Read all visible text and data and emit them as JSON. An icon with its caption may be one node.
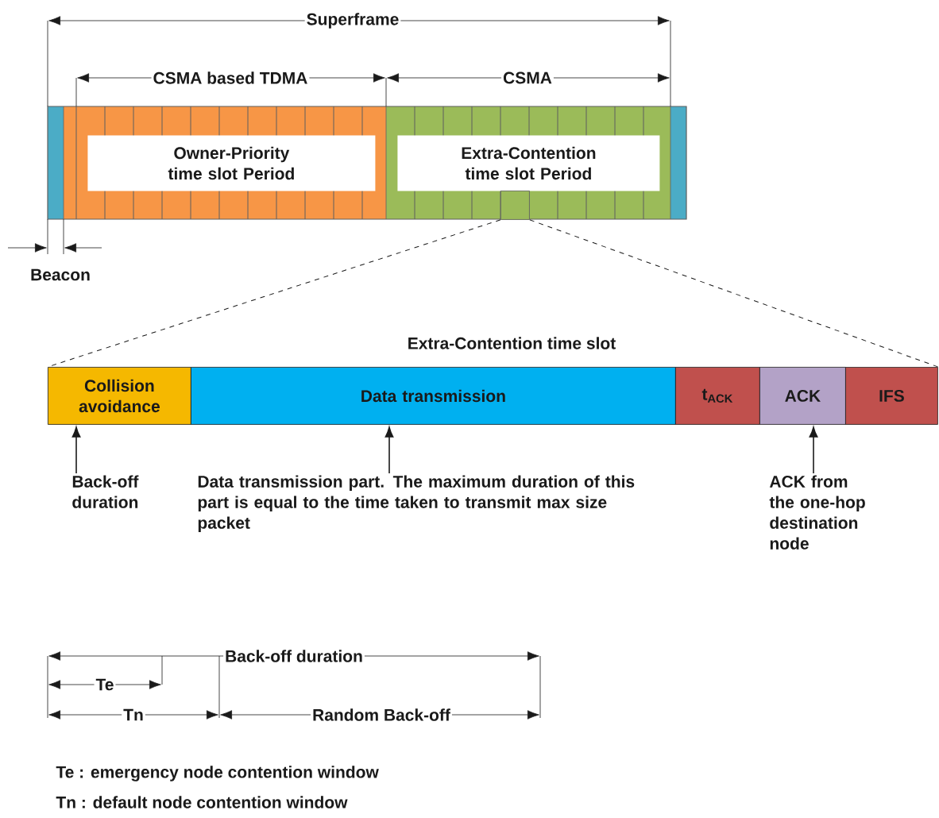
{
  "diagram": {
    "nodes": [
      {
        "text": [
          "Owner-Priority time slot Period"
        ]
      },
      {
        "text": [
          "Extra-Contention time slot Period"
        ]
      },
      {
        "text": [],
        "shape": "box"
      },
      {
        "text": [
          "Collision avoidance"
        ]
      },
      {
        "text": [
          "Data transmission"
        ]
      },
      {
        "text": [
          "t$_{ACK}$"
        ]
      },
      {
        "text": [
          "ACK"
        ]
      },
      {
        "text": [
          "IFS"
        ]
      },
      {
        "text": [
          "Back-off duration"
        ]
      },
      {
        "text": [
          "Data transmission part. The maximum duration of this part is equal to the time taken to transmit max size packet"
        ]
      },
      {
        "text": [
          "ACK from the one-hop destination node"
        ]
      }
    ],
    "edges": [
      {
        "from": 8,
        "to": 3,
        "arrow": "to"
      },
      {
        "from": 9,
        "to": 4,
        "arrow": "to"
      },
      {
        "from": 10,
        "to": 6,
        "arrow": "to"
      },
      {
        "from": 2,
        "to": 3,
        "arrow": "none",
        "style": "dashed"
      },
      {
        "from": 2,
        "to": 7,
        "arrow": "none",
        "style": "dashed"
      }
    ],
    "labels": [
      "Superframe",
      "CSMA based TDMA",
      "CSMA",
      "Beacon",
      "Extra-Contention time slot",
      "Back-off duration",
      "Te",
      "Tn",
      "Random Back-off",
      "Te : emergency node contention window",
      "Tn : default node contention window"
    ]
  }
}
